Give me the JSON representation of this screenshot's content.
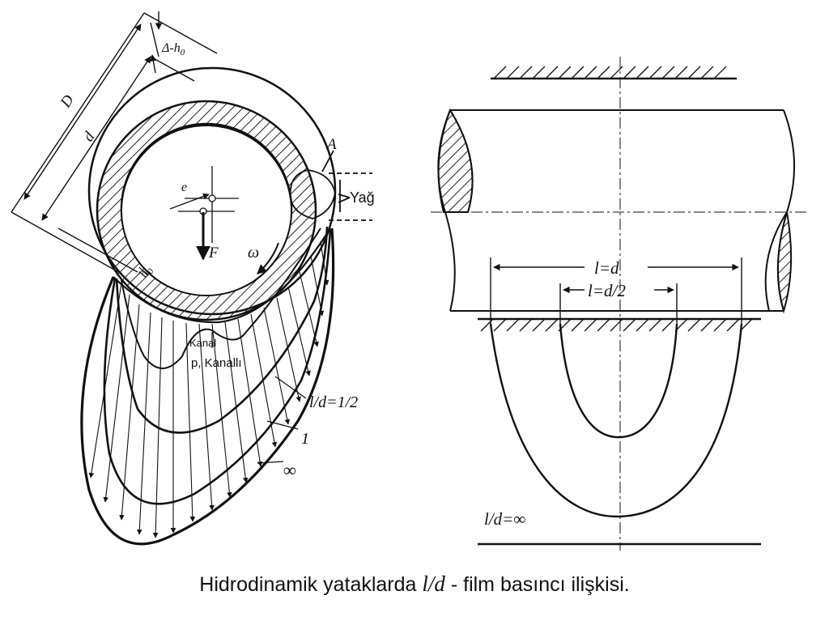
{
  "left_diagram": {
    "label_delta_h0": "Δ-h",
    "label_delta_h0_sub": "0",
    "label_D": "D",
    "label_d": "d",
    "label_e": "e",
    "label_F": "F",
    "label_omega": "ω",
    "label_h0": "h",
    "label_h0_sub": "0",
    "label_A": "A",
    "label_oil": "Yağ",
    "label_channel": "Kanal",
    "label_p_channelled": "p, Kanallı",
    "label_ratio_half": "l/d=1/2",
    "label_ratio_one": "1",
    "label_ratio_inf": "∞"
  },
  "right_diagram": {
    "label_l_eq_d": "l=d",
    "label_l_eq_half_d": "l=d/2",
    "label_ratio_inf": "l/d=∞"
  },
  "caption": {
    "prefix": "Hidrodinamik yataklarda ",
    "italic": "l/d",
    "suffix": " - film basıncı ilişkisi."
  }
}
